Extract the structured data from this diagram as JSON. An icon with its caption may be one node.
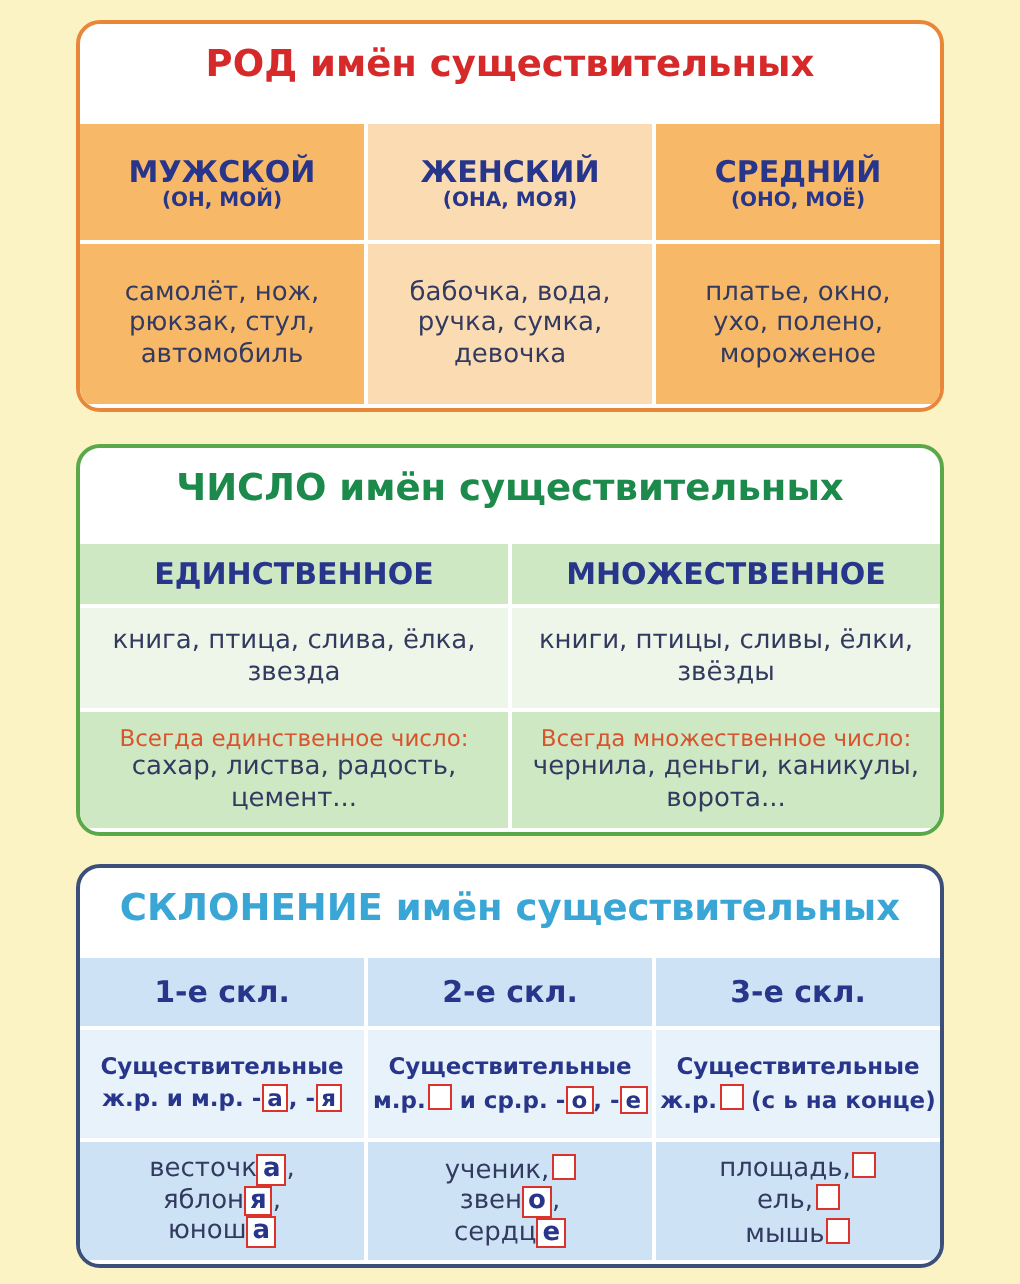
{
  "diagram": {
    "nodes": [
      {
        "text": [
          "РОД имён существительных"
        ]
      },
      {
        "text": [
          "МУЖСКОЙ",
          "(ОН, МОЙ)"
        ],
        "in": 0
      },
      {
        "text": [
          "ЖЕНСКИЙ",
          "(ОНА, МОЯ)"
        ],
        "in": 0
      },
      {
        "text": [
          "СРЕДНИЙ",
          "(ОНО, МОЁ)"
        ],
        "in": 0
      },
      {
        "text": [
          "самолёт, нож, рюкзак, стул, автомобиль"
        ],
        "in": 0
      },
      {
        "text": [
          "бабочка, вода, ручка, сумка, девочка"
        ],
        "in": 0
      },
      {
        "text": [
          "платье, окно, ухо, полено, мороженое"
        ],
        "in": 0
      },
      {
        "text": [
          "ЧИСЛО имён существительных"
        ]
      },
      {
        "text": [
          "ЕДИНСТВЕННОЕ"
        ],
        "in": 7
      },
      {
        "text": [
          "МНОЖЕСТВЕННОЕ"
        ],
        "in": 7
      },
      {
        "text": [
          "книга, птица, слива, ёлка, звезда"
        ],
        "in": 7
      },
      {
        "text": [
          "книги, птицы, сливы, ёлки, звёзды"
        ],
        "in": 7
      },
      {
        "text": [
          "Всегда единственное число:",
          "сахар, листва, радость, цемент..."
        ],
        "in": 7
      },
      {
        "text": [
          "Всегда множественное число:",
          "чернила, деньги, каникулы, ворота..."
        ],
        "in": 7
      },
      {
        "text": [
          "СКЛОНЕНИЕ имён существительных"
        ]
      },
      {
        "text": [
          "1-е скл."
        ],
        "in": 14
      },
      {
        "text": [
          "2-е скл."
        ],
        "in": 14
      },
      {
        "text": [
          "3-е скл."
        ],
        "in": 14
      },
      {
        "text": [
          "Существительные ж.р. и м.р. -а, -я"
        ],
        "in": 14
      },
      {
        "text": [
          "Существительные м.р. и ср.р. -о, -е"
        ],
        "in": 14
      },
      {
        "text": [
          "Существительные ж.р. (с **ь** на конце)"
        ],
        "in": 14
      },
      {
        "text": [
          "весточка, яблоня, юноша"
        ],
        "in": 14
      },
      {
        "text": [
          "ученик, звено, сердце"
        ],
        "in": 14
      },
      {
        "text": [
          "площадь, ель, мышь"
        ],
        "in": 14
      }
    ]
  }
}
